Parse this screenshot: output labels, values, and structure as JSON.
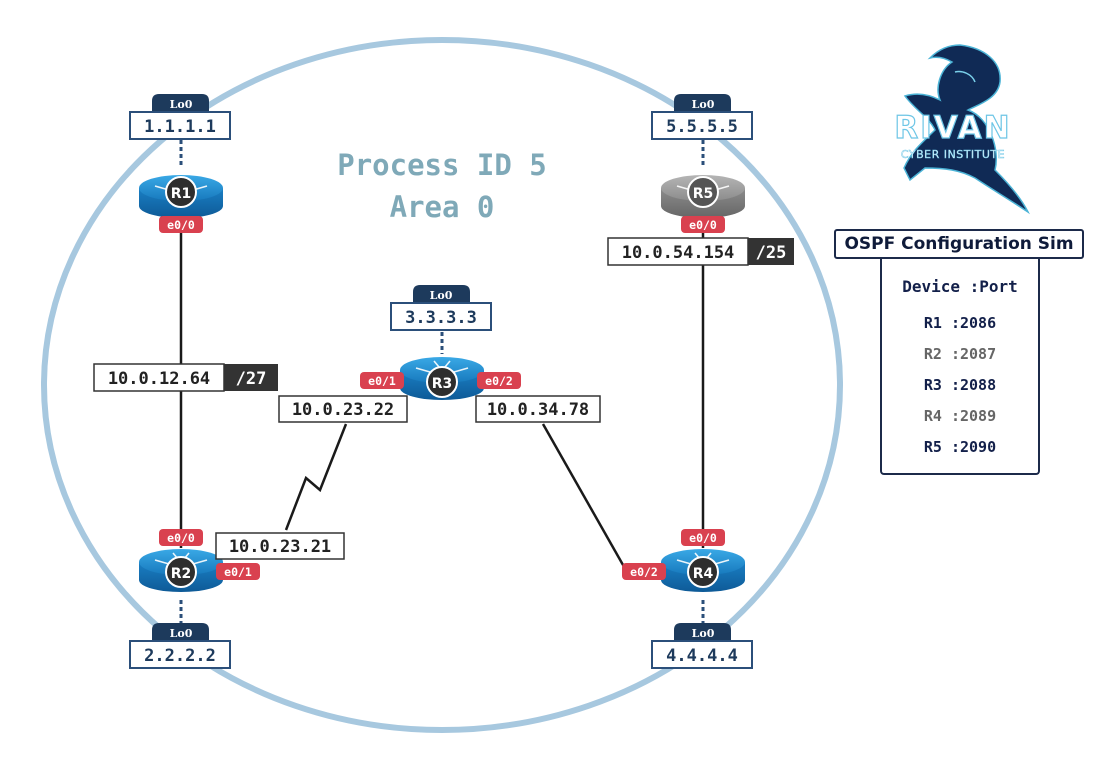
{
  "ospf": {
    "process_label": "Process ID 5",
    "area_label": "Area 0"
  },
  "brand": {
    "name": "RIVAN",
    "tagline": "CYBER INSTITUTE"
  },
  "sim": {
    "title": "OSPF Configuration Sim",
    "header": "Device :Port",
    "ports": [
      {
        "text": "R1 :2086",
        "color": "#13204a"
      },
      {
        "text": "R2 :2087",
        "color": "#666666"
      },
      {
        "text": "R3 :2088",
        "color": "#13204a"
      },
      {
        "text": "R4 :2089",
        "color": "#666666"
      },
      {
        "text": "R5 :2090",
        "color": "#13204a"
      }
    ]
  },
  "routers": {
    "r1": {
      "name": "R1",
      "loopback": "Lo0",
      "loopback_ip": "1.1.1.1"
    },
    "r2": {
      "name": "R2",
      "loopback": "Lo0",
      "loopback_ip": "2.2.2.2"
    },
    "r3": {
      "name": "R3",
      "loopback": "Lo0",
      "loopback_ip": "3.3.3.3"
    },
    "r4": {
      "name": "R4",
      "loopback": "Lo0",
      "loopback_ip": "4.4.4.4"
    },
    "r5": {
      "name": "R5",
      "loopback": "Lo0",
      "loopback_ip": "5.5.5.5"
    }
  },
  "interfaces": {
    "r1_e00": "e0/0",
    "r2_e00": "e0/0",
    "r2_e01": "e0/1",
    "r3_e01": "e0/1",
    "r3_e02": "e0/2",
    "r4_e00": "e0/0",
    "r4_e02": "e0/2",
    "r5_e00": "e0/0"
  },
  "links": {
    "r1_r2": {
      "ip": "10.0.12.64",
      "mask": "/27"
    },
    "r5_r4": {
      "ip": "10.0.54.154",
      "mask": "/25"
    },
    "r3_r2_r3side": {
      "ip": "10.0.23.22"
    },
    "r3_r2_r2side": {
      "ip": "10.0.23.21"
    },
    "r3_r4": {
      "ip": "10.0.34.78"
    }
  },
  "colors": {
    "area_circle": "#a7c8df",
    "router_blue": "#1b86c8",
    "router_gray": "#8a8a8a",
    "interface_red": "#d9414f",
    "loopback_navy": "#1d3a5c",
    "mask_dark": "#333333",
    "process_text": "#7fa9b8"
  }
}
